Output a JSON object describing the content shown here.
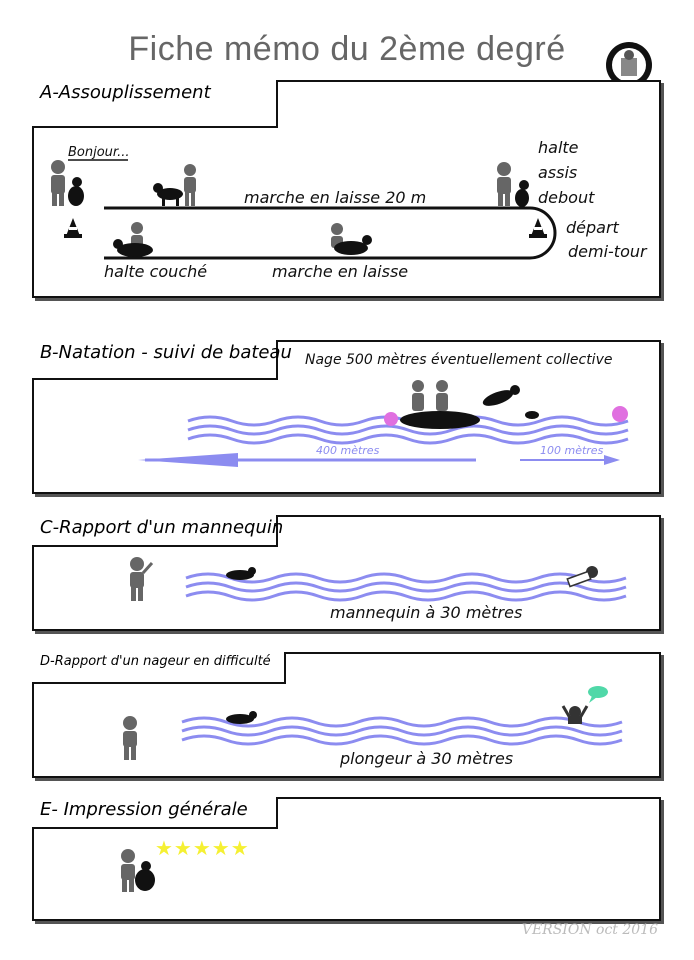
{
  "title": "Fiche mémo du 2ème degré",
  "version": "VERSION oct 2016",
  "section_a": {
    "tab": "A-Assouplissement",
    "bonjour": "Bonjour...",
    "marche_20m": "marche en laisse 20 m",
    "halte_couche": "halte couché",
    "marche_laisse": "marche en  laisse",
    "commands": [
      "halte",
      "assis",
      "debout",
      "départ",
      "demi-tour"
    ]
  },
  "section_b": {
    "tab": "B-Natation - suivi de bateau",
    "subtitle": "Nage 500 mètres éventuellement collective",
    "dist_400": "400 mètres",
    "dist_100": "100 mètres"
  },
  "section_c": {
    "tab": "C-Rapport d'un mannequin",
    "caption": "mannequin à 30 mètres"
  },
  "section_d": {
    "tab": "D-Rapport d'un nageur en difficulté",
    "caption": "plongeur à 30 mètres"
  },
  "section_e": {
    "tab": "E- Impression générale",
    "stars": "★★★★★"
  },
  "colors": {
    "water": "#8c8cf0",
    "star": "#f5f032",
    "buoy": "#e070e0",
    "bubble": "#50d8a8"
  }
}
